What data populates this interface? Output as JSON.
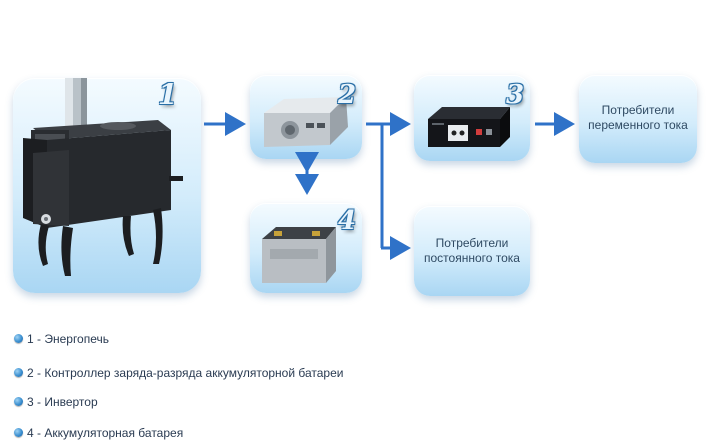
{
  "diagram": {
    "nodes": [
      {
        "id": "stove",
        "number": "1"
      },
      {
        "id": "controller",
        "number": "2"
      },
      {
        "id": "inverter",
        "number": "3"
      },
      {
        "id": "battery",
        "number": "4"
      }
    ],
    "consumers": {
      "ac": {
        "line1": "Потребители",
        "line2": "переменного тока"
      },
      "dc": {
        "line1": "Потребители",
        "line2": "постоянного тока"
      }
    },
    "colors": {
      "arrow": "#2f72c8",
      "card": "#cfe8f8",
      "card_edge": "#a9d6f3"
    },
    "icons": [
      "stove-icon",
      "controller-icon",
      "inverter-icon",
      "battery-icon"
    ]
  },
  "legend": [
    "1 - Энергопечь",
    "2 - Контроллер заряда-разряда аккумуляторной батареи",
    "3 - Инвертор",
    "4 - Аккумуляторная батарея"
  ]
}
